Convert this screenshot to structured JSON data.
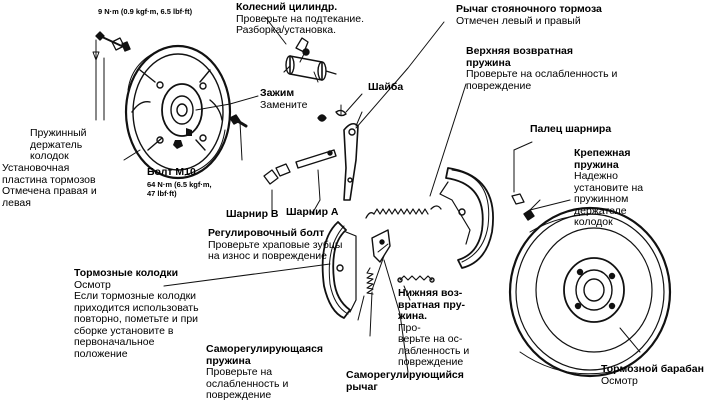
{
  "labels": {
    "wheel_cylinder": {
      "title": "Колесний цилиндр.",
      "lines": [
        "Проверьте на подтекание.",
        "Разборка/установка."
      ]
    },
    "parking_lever": {
      "title": "Рычаг стояночного тормоза",
      "lines": [
        "Отмечен левый и правый"
      ]
    },
    "upper_spring": {
      "title_lines": [
        "Верхняя возвратная",
        "пружина"
      ],
      "lines": [
        "Проверьте на ослабленность и",
        "повреждение"
      ]
    },
    "clamp": {
      "title": "Зажим",
      "lines": [
        "Замените"
      ]
    },
    "washer": {
      "title": "Шайба"
    },
    "pivot_pin": {
      "title": "Палец шарнира"
    },
    "spring_holder": {
      "lines": [
        "Пружинный",
        "держатель",
        "колодок"
      ]
    },
    "backing_plate": {
      "lines": [
        "Установочная",
        "пластина тормозов",
        "Отмечена правая и",
        "левая"
      ]
    },
    "bolt_m10": {
      "title": "Болт М10"
    },
    "hold_spring": {
      "title_lines": [
        "Крепежная",
        "пружина"
      ],
      "lines": [
        "Надежно",
        "установите на",
        "пружинном",
        "держателе",
        "колодок"
      ]
    },
    "hinge_b": {
      "title": "Шарнир В"
    },
    "hinge_a": {
      "title": "Шарнир А"
    },
    "adjust_bolt": {
      "title": "Регулировочный болт",
      "lines": [
        "Проверьте храповые зубцы",
        "на износ и повреждение"
      ]
    },
    "brake_shoes": {
      "title": "Тормозные колодки",
      "lines": [
        "Осмотр",
        "Если тормозные колодки",
        "приходится использовать",
        "повторно, пометьте и при",
        "сборке установите в",
        "первоначальное",
        "положение"
      ]
    },
    "lower_spring": {
      "title_lines": [
        "Нижняя воз-",
        "вратная пру-",
        "жина."
      ],
      "lines": [
        "Про-",
        "верьте на ос-",
        "лабленность и",
        "повреждение"
      ]
    },
    "self_adjust_spring": {
      "title_lines": [
        "Саморегулирующаяся",
        "пружина"
      ],
      "lines": [
        "Проверьте на",
        "ослабленность и",
        "повреждение"
      ]
    },
    "self_adjust_lever": {
      "title_lines": [
        "Саморегулирующийся",
        "рычаг"
      ]
    },
    "brake_drum": {
      "title": "Тормозной барабан",
      "lines": [
        "Осмотр"
      ]
    }
  },
  "specs": {
    "torque_top": [
      "9 N·m (0.9 kgf·m, 6.5 lbf·ft)"
    ],
    "torque_m10": [
      "64 N·m (6.5 kgf·m,",
      "47 lbf·ft)"
    ]
  }
}
